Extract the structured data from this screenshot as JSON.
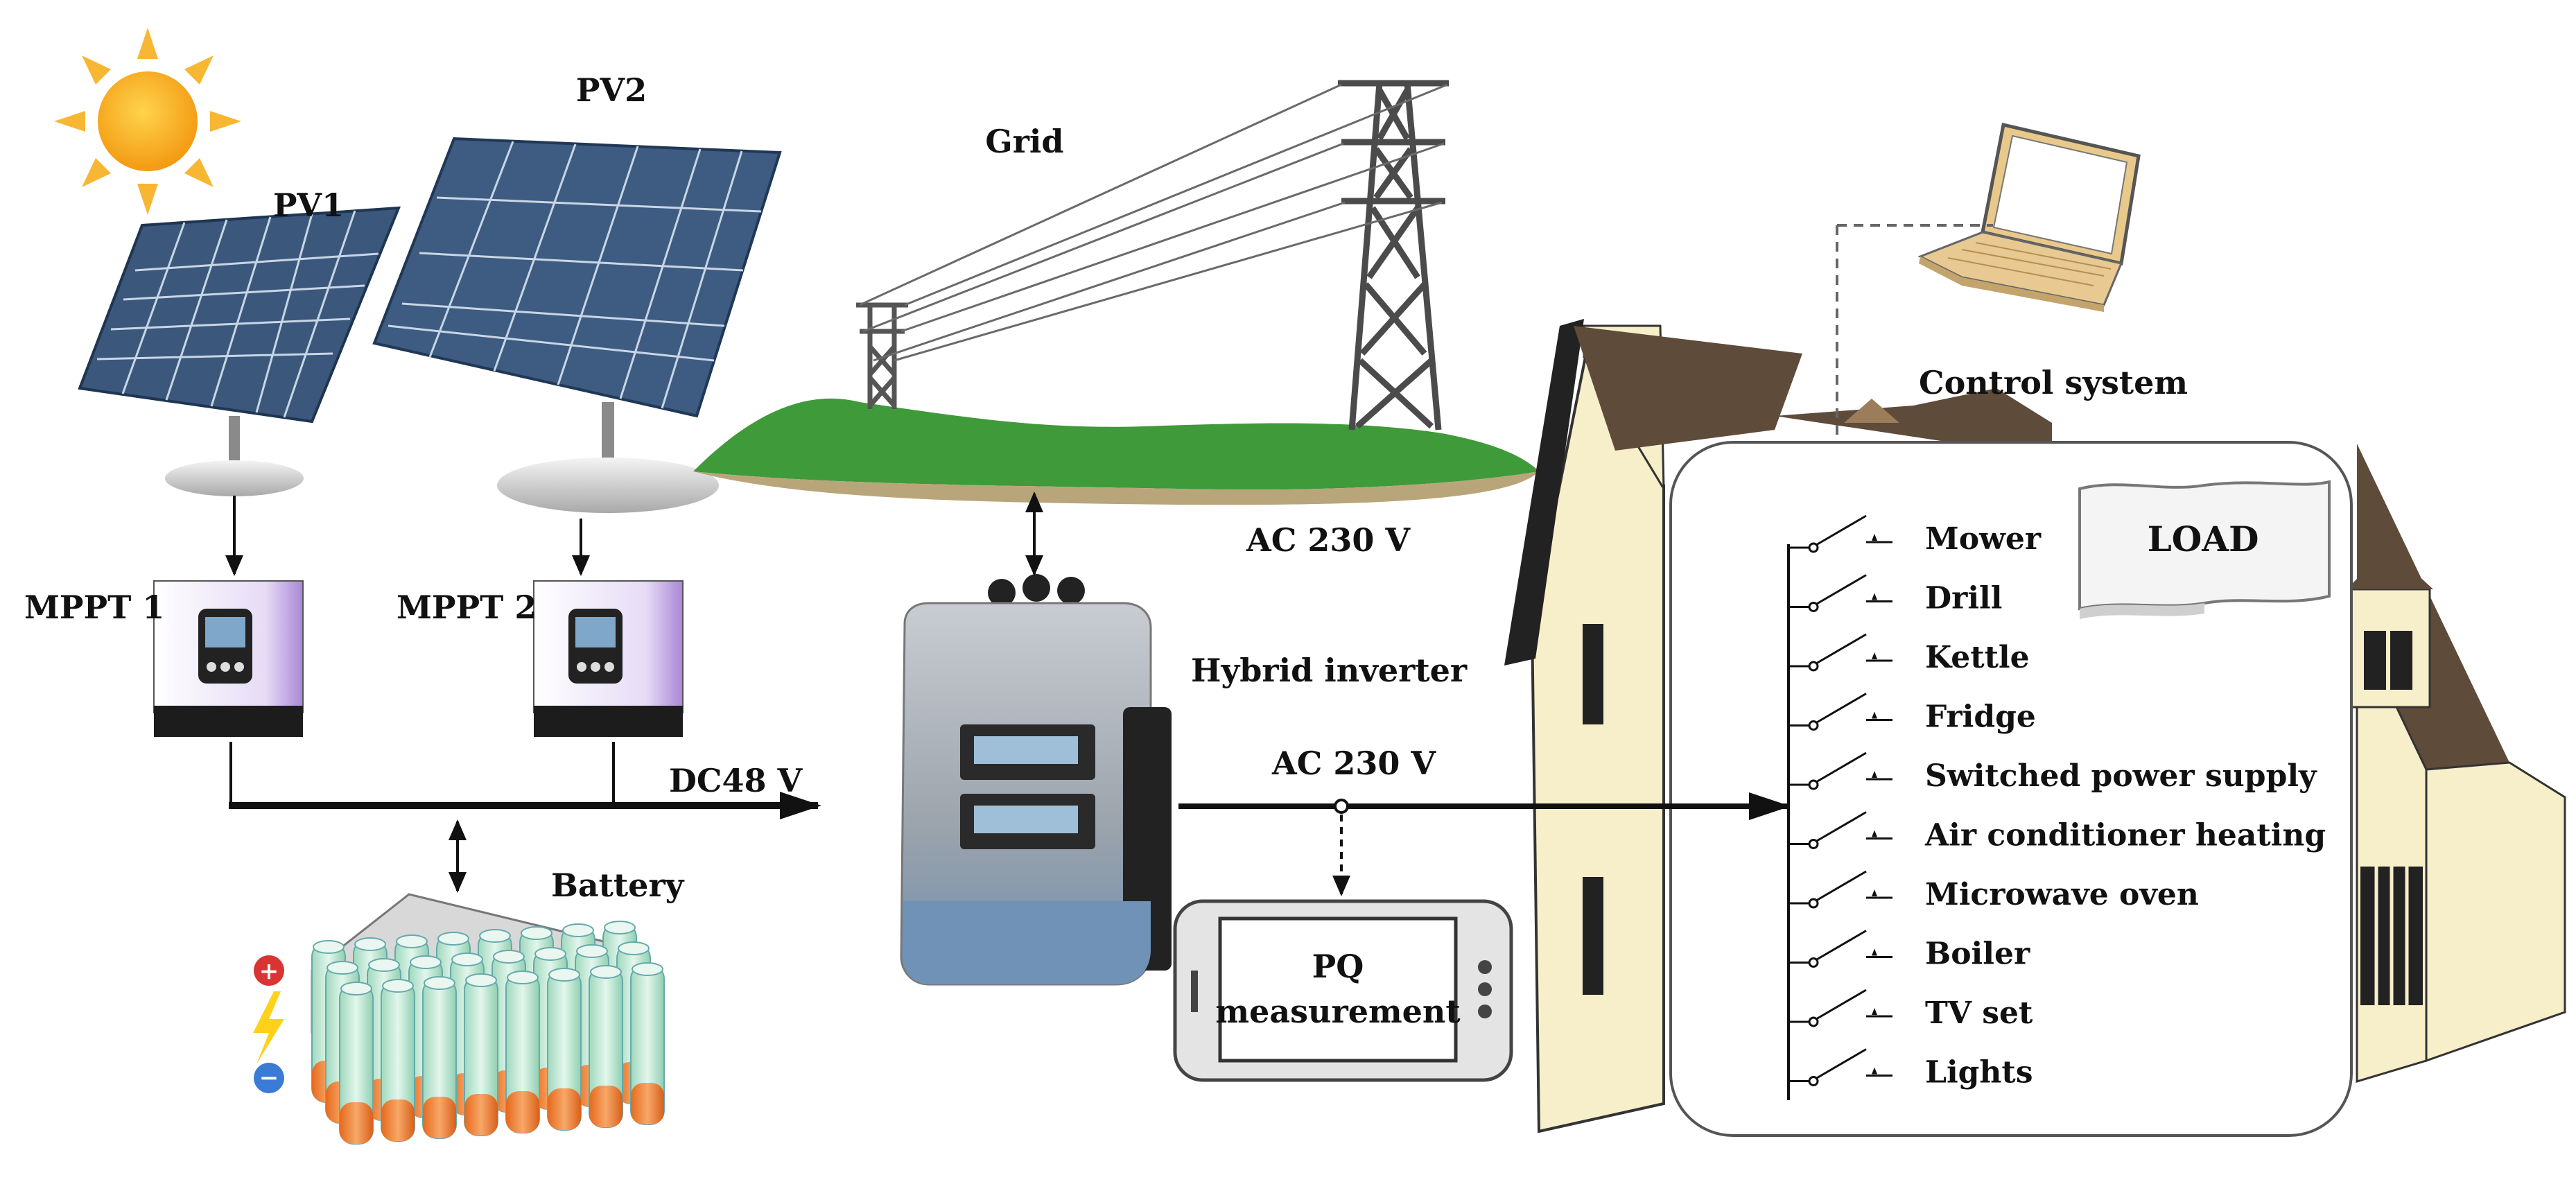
{
  "labels": {
    "pv1": "PV1",
    "pv2": "PV2",
    "grid": "Grid",
    "mppt1": "MPPT 1",
    "mppt2": "MPPT 2",
    "ac_grid": "AC 230 V",
    "hybrid_inverter": "Hybrid inverter",
    "dc_bus": "DC48 V",
    "ac_load": "AC 230 V",
    "battery": "Battery",
    "control_system": "Control system",
    "load": "LOAD",
    "pq_line1": "PQ",
    "pq_line2": "measurement"
  },
  "loads": [
    "Mower",
    "Drill",
    "Kettle",
    "Fridge",
    "Switched power supply",
    "Air conditioner heating",
    "Microwave oven",
    "Boiler",
    "TV set",
    "Lights"
  ],
  "colors": {
    "panel": "#3f5d82",
    "panel_light": "#6d89ad",
    "mppt": "#c9b4ea",
    "battery_cell": "#bfe8d4",
    "battery_cap": "#f08a3a",
    "sun": "#f7a81b",
    "hill": "#3f9a3a",
    "house_wall": "#f7f0c8",
    "roof": "#5e4b3a"
  }
}
